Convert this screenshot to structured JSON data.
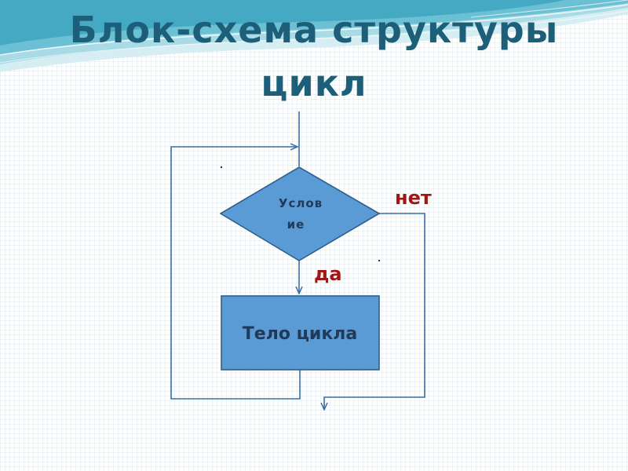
{
  "slide": {
    "title_line1": "Блок-схема структуры",
    "title_line2": "цикл"
  },
  "flowchart": {
    "condition_label_line1": "Услов",
    "condition_label_line2": "ие",
    "body_label": "Тело цикла",
    "yes_label": "да",
    "no_label": "нет"
  },
  "colors": {
    "title": "#1d5f78",
    "shape_fill": "#5b9bd5",
    "shape_stroke": "#2e5e8c",
    "line": "#3a6ea5",
    "branch_label": "#a31515",
    "shape_text": "#1f3a5a"
  }
}
